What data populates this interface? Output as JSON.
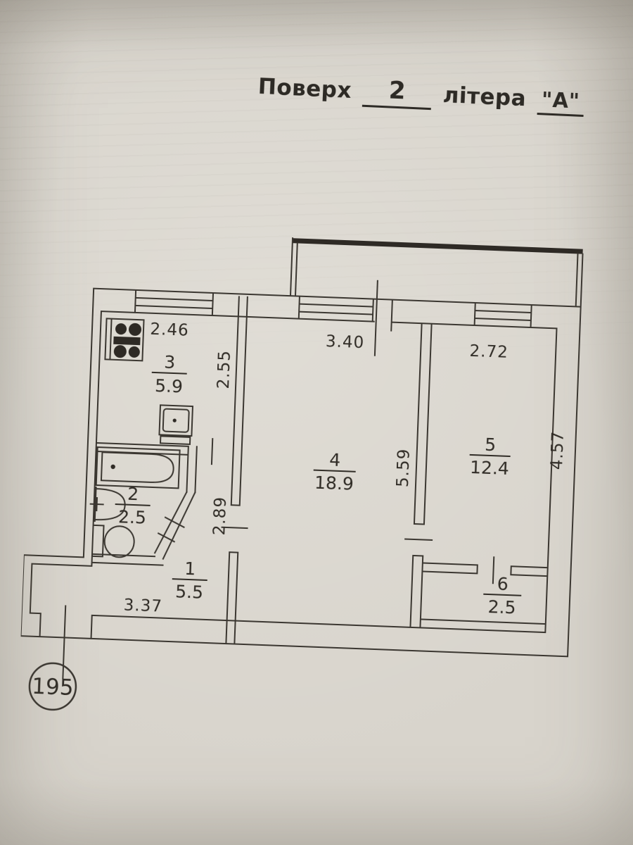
{
  "title": {
    "floor_label": "Поверх",
    "floor_number": "2",
    "letter_label": "літера",
    "letter_value": "\"А\""
  },
  "apartment_number": "195",
  "rooms": {
    "hallway": {
      "number": "1",
      "area": "5.5"
    },
    "bathroom": {
      "number": "2",
      "area": "2.5"
    },
    "kitchen": {
      "number": "3",
      "area": "5.9"
    },
    "living": {
      "number": "4",
      "area": "18.9"
    },
    "bedroom": {
      "number": "5",
      "area": "12.4"
    },
    "closet": {
      "number": "6",
      "area": "2.5"
    }
  },
  "dimensions": {
    "kitchen_width": "2.46",
    "kitchen_depth": "2.55",
    "living_width": "3.40",
    "living_depth": "5.59",
    "bedroom_width": "2.72",
    "bedroom_depth": "4.57",
    "hall_depth": "2.89",
    "hall_width": "3.37"
  },
  "fixtures": [
    "stove",
    "kitchen-sink",
    "bathtub",
    "washbasin",
    "toilet"
  ],
  "colors": {
    "paper": "#d8d4cc",
    "ink": "#3b3731"
  }
}
